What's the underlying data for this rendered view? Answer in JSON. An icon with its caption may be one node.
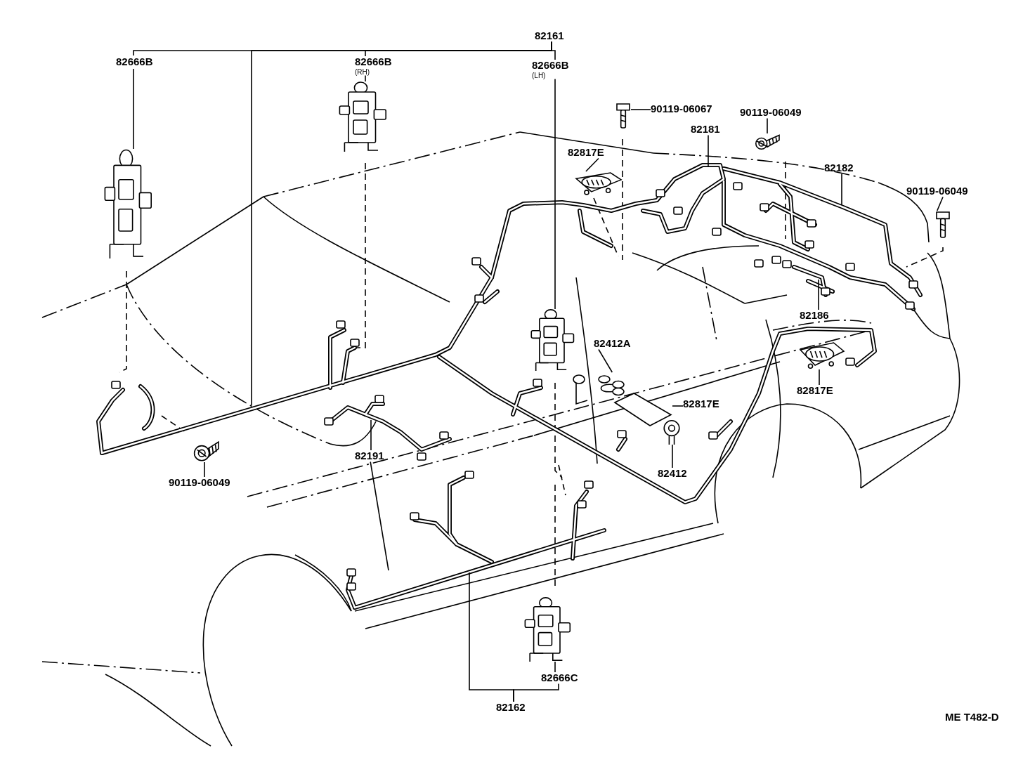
{
  "diagram": {
    "nodes": [
      {
        "text": [
          "82161"
        ]
      },
      {
        "text": [
          "82666B",
          "(RH)"
        ]
      },
      {
        "text": [
          "82666B",
          "(LH)"
        ]
      },
      {
        "text": [
          "90119-06067"
        ]
      },
      {
        "text": [
          "90119-06049"
        ]
      },
      {
        "text": [
          "82181"
        ]
      },
      {
        "text": [
          "82817E"
        ]
      },
      {
        "text": [
          "82182"
        ]
      },
      {
        "text": [
          "90119-06049"
        ]
      },
      {
        "text": [
          "82186"
        ]
      },
      {
        "text": [
          "82412A"
        ]
      },
      {
        "text": [
          "82817E"
        ]
      },
      {
        "text": [
          "82817E"
        ]
      },
      {
        "text": [
          "82412"
        ]
      },
      {
        "text": [
          "82191"
        ]
      },
      {
        "text": [
          "90119-06049"
        ]
      },
      {
        "text": [
          "82666C"
        ]
      },
      {
        "text": [
          "82162"
        ]
      },
      {
        "text": [],
        "shape": "picture"
      },
      {
        "text": [],
        "shape": "picture"
      },
      {
        "text": [],
        "shape": "picture"
      },
      {
        "text": [],
        "shape": "picture"
      },
      {
        "text": [],
        "shape": "picture"
      },
      {
        "text": [],
        "shape": "picture"
      },
      {
        "text": [],
        "shape": "picture"
      },
      {
        "text": [],
        "shape": "picture"
      },
      {
        "text": [],
        "shape": "picture"
      },
      {
        "text": [],
        "shape": "picture"
      },
      {
        "text": [],
        "shape": "picture"
      },
      {
        "text": [],
        "shape": "picture"
      },
      {
        "text": [],
        "shape": "picture"
      }
    ],
    "edges": [
      {
        "from": 0,
        "to": 18,
        "arrow": "none"
      },
      {
        "from": 0,
        "to": 1,
        "arrow": "none"
      },
      {
        "from": 0,
        "to": 2,
        "arrow": "none"
      },
      {
        "from": 0,
        "to": null,
        "arrow": "none"
      },
      {
        "from": 1,
        "to": 20,
        "arrow": "none"
      },
      {
        "from": 2,
        "to": 21,
        "arrow": "none"
      },
      {
        "from": 3,
        "to": 27,
        "arrow": "none"
      },
      {
        "from": 4,
        "to": 28,
        "arrow": "none"
      },
      {
        "from": 5,
        "to": null,
        "arrow": "none"
      },
      {
        "from": 6,
        "to": 23,
        "arrow": "none"
      },
      {
        "from": 7,
        "to": null,
        "arrow": "none"
      },
      {
        "from": 8,
        "to": 30,
        "arrow": "none"
      },
      {
        "from": 9,
        "to": null,
        "arrow": "none"
      },
      {
        "from": 10,
        "to": 24,
        "arrow": "none"
      },
      {
        "from": 11,
        "to": 25,
        "arrow": "none"
      },
      {
        "from": 12,
        "to": 29,
        "arrow": "none"
      },
      {
        "from": 13,
        "to": 26,
        "arrow": "none"
      },
      {
        "from": 14,
        "to": null,
        "arrow": "none"
      },
      {
        "from": 14,
        "to": null,
        "arrow": "none"
      },
      {
        "from": 15,
        "to": 19,
        "arrow": "none"
      },
      {
        "from": 16,
        "to": 22,
        "arrow": "none"
      },
      {
        "from": 17,
        "to": 16,
        "arrow": "none"
      },
      {
        "from": 17,
        "to": null,
        "arrow": "none"
      }
    ],
    "labels": [
      "82666B",
      "ME T482-D"
    ]
  }
}
